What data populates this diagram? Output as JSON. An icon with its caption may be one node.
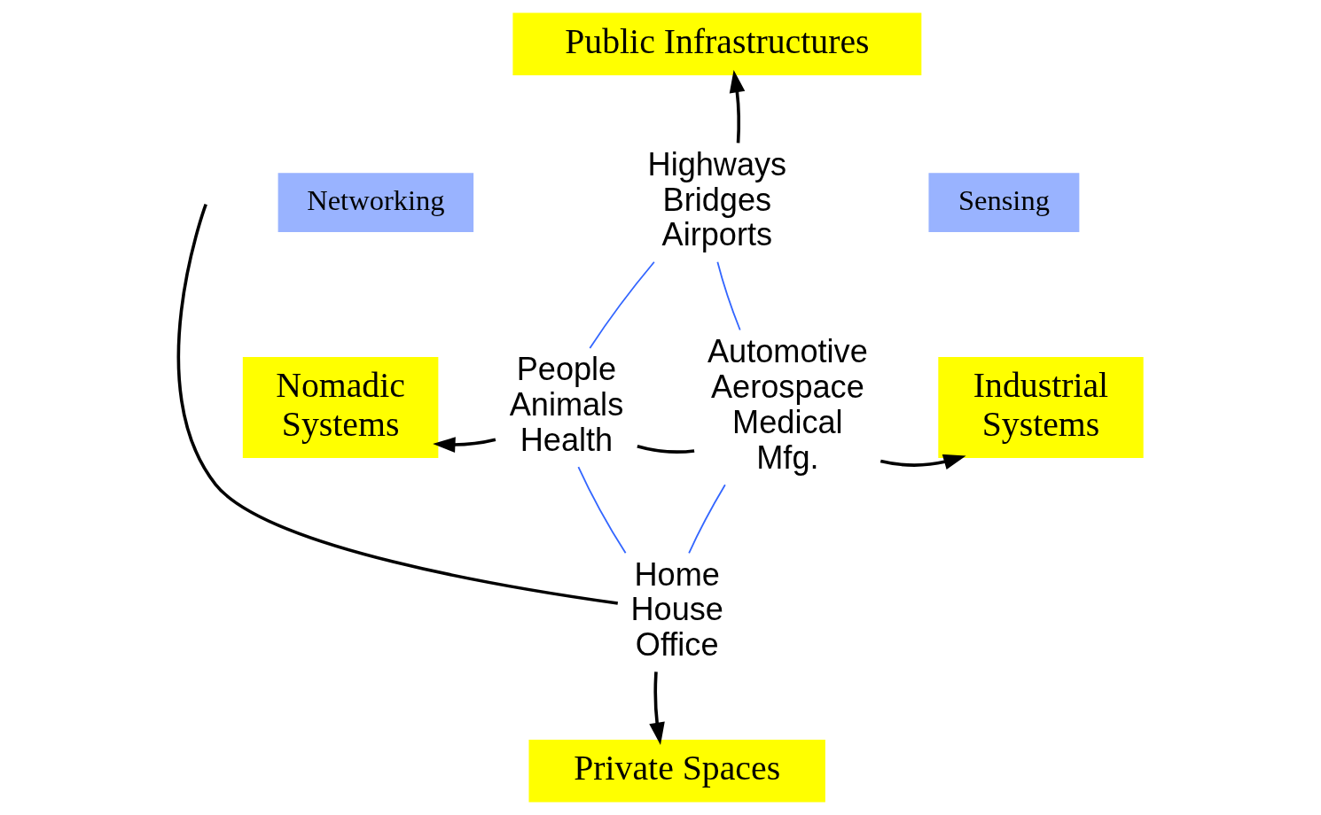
{
  "diagram": {
    "nodes": [
      {
        "text": [
          "Public Infrastructures"
        ]
      },
      {
        "text": [
          "Networking"
        ]
      },
      {
        "text": [
          "Highways Bridges Airports"
        ]
      },
      {
        "text": [
          "Sensing"
        ]
      },
      {
        "text": [
          "Nomadic Systems"
        ]
      },
      {
        "text": [
          "People Animals Health"
        ]
      },
      {
        "text": [
          "Automotive Aerospace Medical Mfg."
        ]
      },
      {
        "text": [
          "Industrial Systems"
        ]
      },
      {
        "text": [
          "Home House Office"
        ]
      },
      {
        "text": [
          "Private Spaces"
        ]
      }
    ],
    "edges": [
      {
        "from": 2,
        "to": 0,
        "arrow": "to"
      },
      {
        "from": 5,
        "to": 4,
        "arrow": "to"
      },
      {
        "from": 6,
        "to": 7,
        "arrow": "to"
      },
      {
        "from": 8,
        "to": 9,
        "arrow": "to"
      },
      {
        "from": 5,
        "to": 6,
        "arrow": "none"
      },
      {
        "from": null,
        "to": 8,
        "arrow": "none"
      },
      {
        "from": 2,
        "to": 5,
        "arrow": "none",
        "color": "#3366ff"
      },
      {
        "from": 2,
        "to": 6,
        "arrow": "none",
        "color": "#3366ff"
      },
      {
        "from": 5,
        "to": 8,
        "arrow": "none",
        "color": "#3366ff"
      },
      {
        "from": 6,
        "to": 8,
        "arrow": "none",
        "color": "#3366ff"
      }
    ]
  }
}
